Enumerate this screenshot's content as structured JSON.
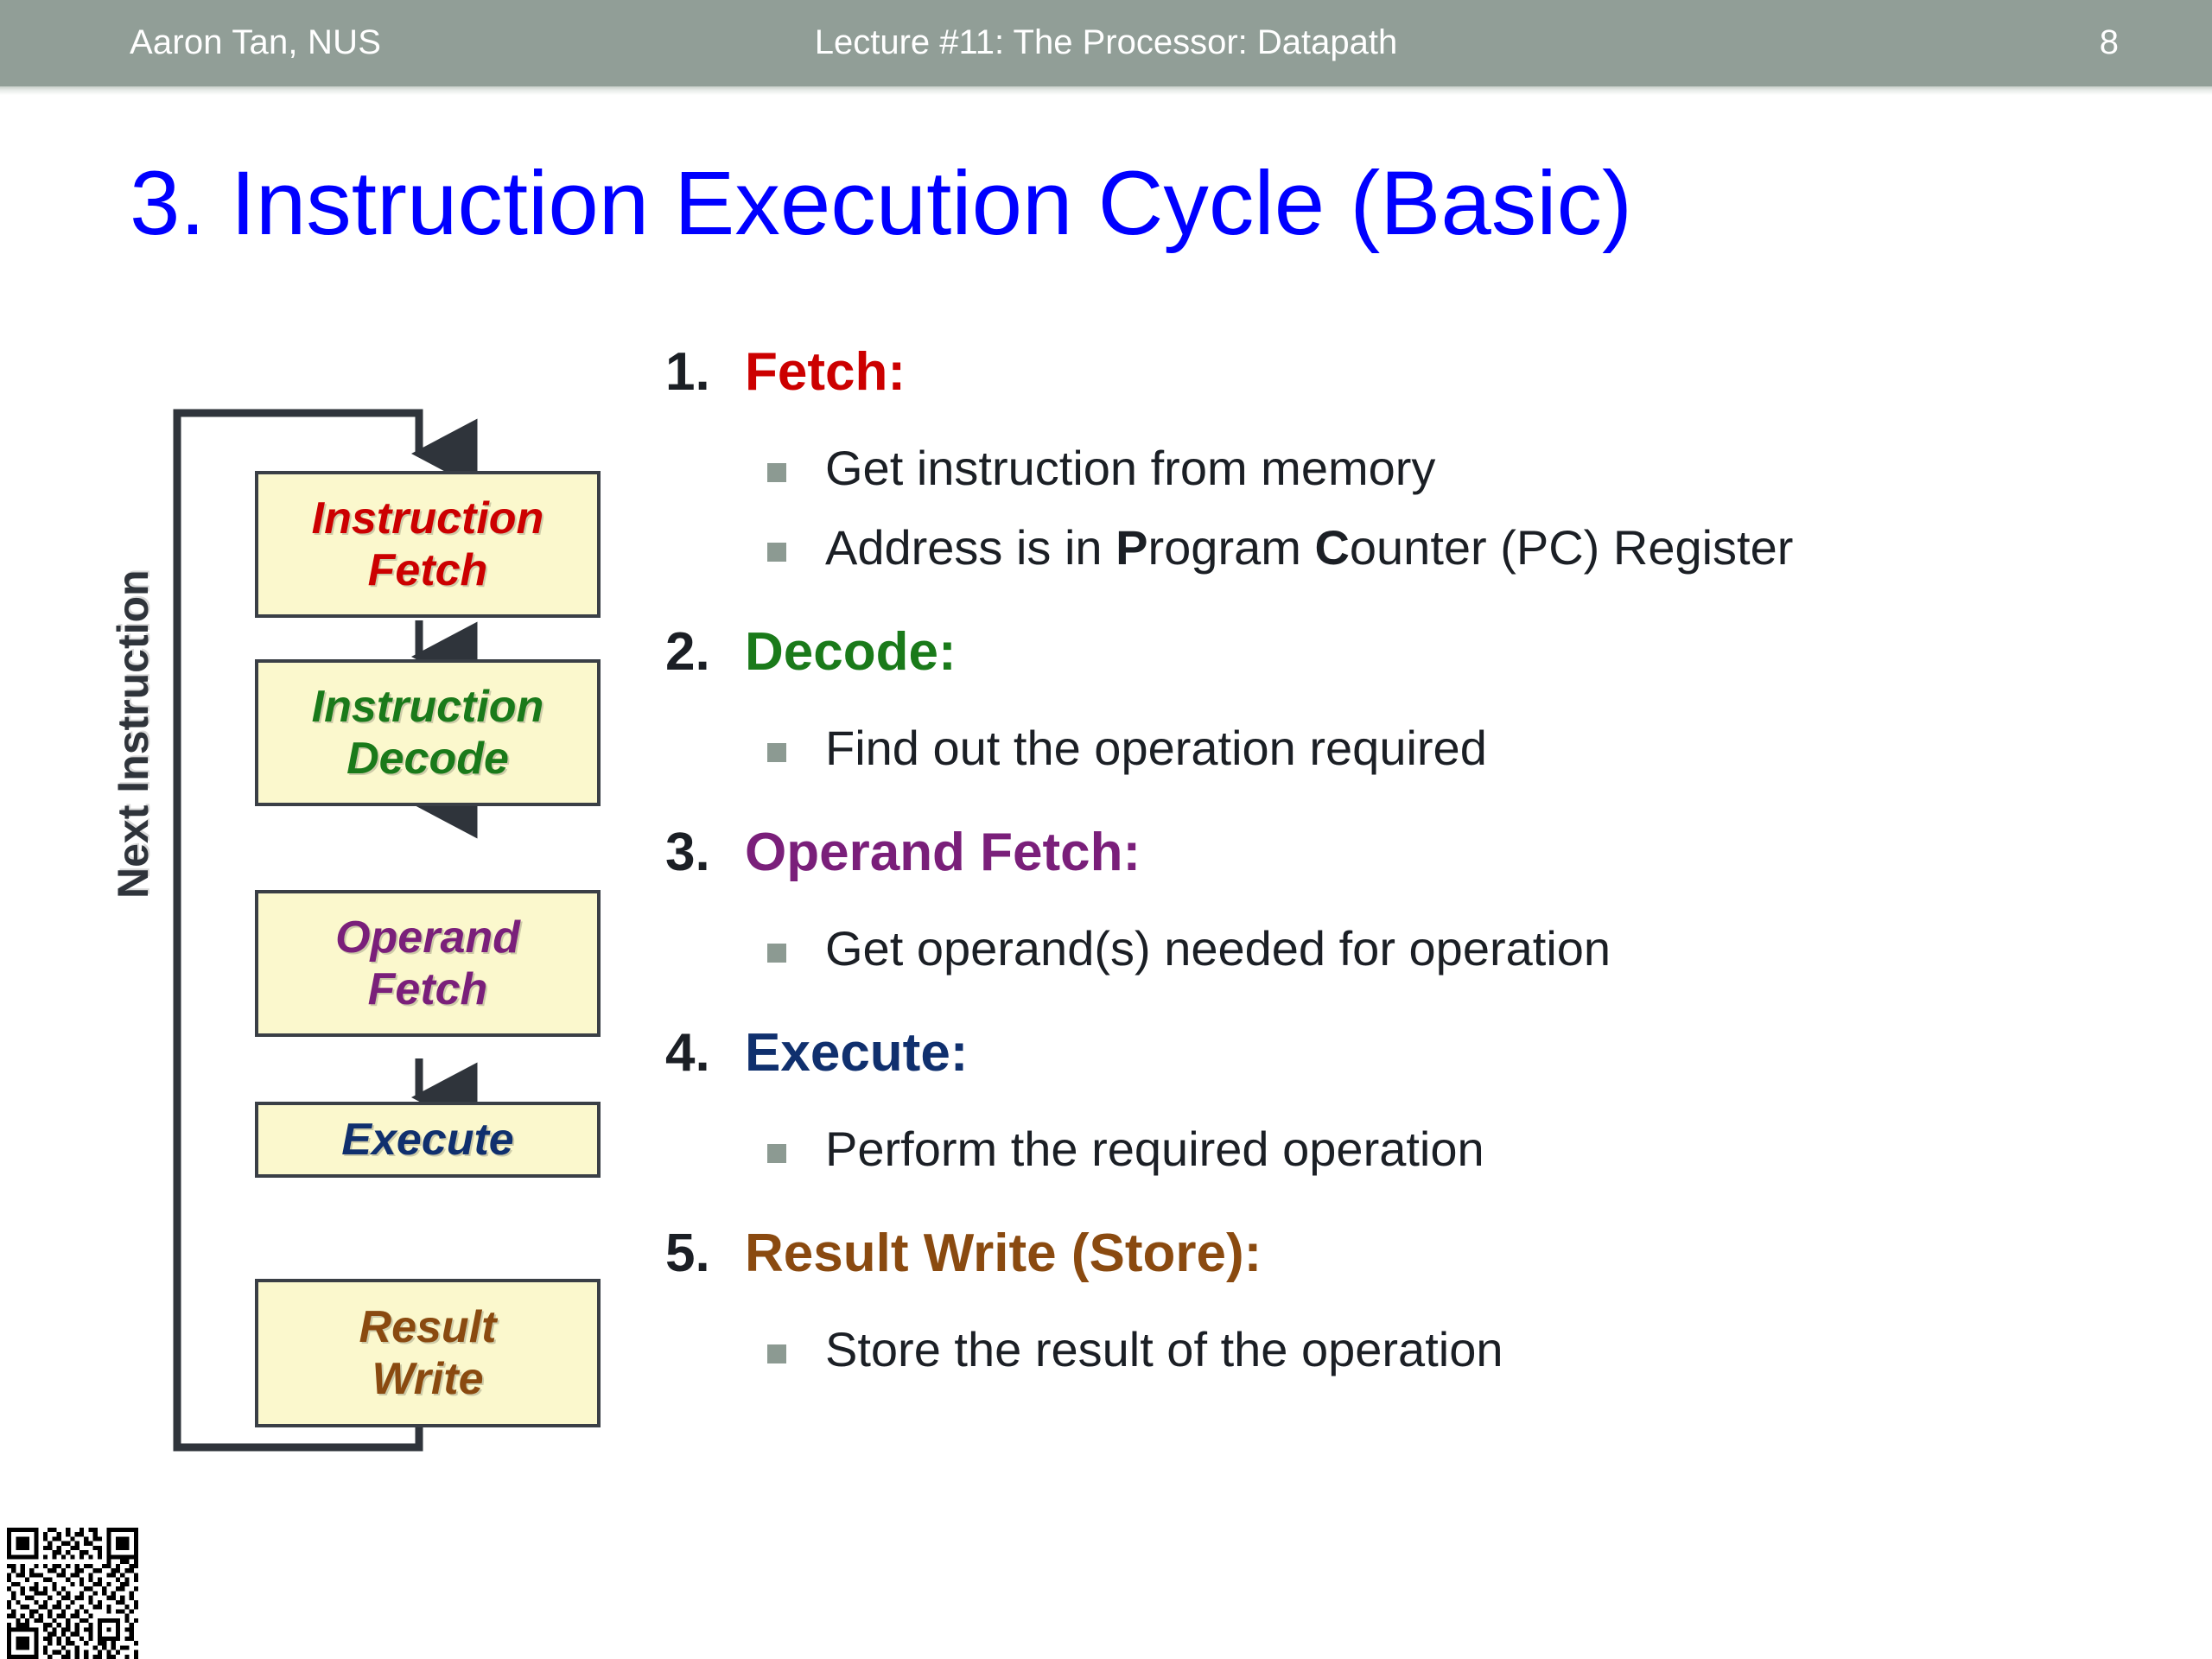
{
  "header": {
    "author": "Aaron Tan, NUS",
    "lecture_title": "Lecture #11: The Processor: Datapath",
    "page_number": "8",
    "bar_color": "#919e97",
    "text_color": "#ffffff"
  },
  "slide": {
    "title": "3. Instruction Execution Cycle (Basic)",
    "title_color": "#0000ff"
  },
  "flowchart": {
    "loop_label": "Next Instruction",
    "box_fill": "#fbf8cd",
    "box_border": "#3a3f46",
    "boxes": [
      {
        "line1": "Instruction",
        "line2": "Fetch",
        "color": "#cc0000"
      },
      {
        "line1": "Instruction",
        "line2": "Decode",
        "color": "#1a7a1a"
      },
      {
        "line1": "Operand",
        "line2": "Fetch",
        "color": "#7a1f7a"
      },
      {
        "line1": "Execute",
        "line2": "",
        "color": "#10306e"
      },
      {
        "line1": "Result",
        "line2": "Write",
        "color": "#8a4a10"
      }
    ]
  },
  "steps": [
    {
      "number": "1.",
      "label": "Fetch:",
      "color": "#cc0000",
      "bullets": [
        {
          "prefix": "Get instruction from memory",
          "bold1": "",
          "mid1": "",
          "bold2": "",
          "suffix": ""
        },
        {
          "prefix": "Address is in ",
          "bold1": "P",
          "mid1": "rogram ",
          "bold2": "C",
          "suffix": "ounter (PC) Register"
        }
      ]
    },
    {
      "number": "2.",
      "label": "Decode:",
      "color": "#1a7a1a",
      "bullets": [
        {
          "prefix": "Find out the operation required",
          "bold1": "",
          "mid1": "",
          "bold2": "",
          "suffix": ""
        }
      ]
    },
    {
      "number": "3.",
      "label": "Operand Fetch:",
      "color": "#7a1f7a",
      "bullets": [
        {
          "prefix": "Get operand(s) needed for operation",
          "bold1": "",
          "mid1": "",
          "bold2": "",
          "suffix": ""
        }
      ]
    },
    {
      "number": "4.",
      "label": "Execute:",
      "color": "#10306e",
      "bullets": [
        {
          "prefix": "Perform the required operation",
          "bold1": "",
          "mid1": "",
          "bold2": "",
          "suffix": ""
        }
      ]
    },
    {
      "number": "5.",
      "label": "Result Write (Store):",
      "color": "#8a4a10",
      "bullets": [
        {
          "prefix": "Store the result of the operation",
          "bold1": "",
          "mid1": "",
          "bold2": "",
          "suffix": ""
        }
      ]
    }
  ],
  "qr_code": {
    "name": "qr-code",
    "present": true
  }
}
